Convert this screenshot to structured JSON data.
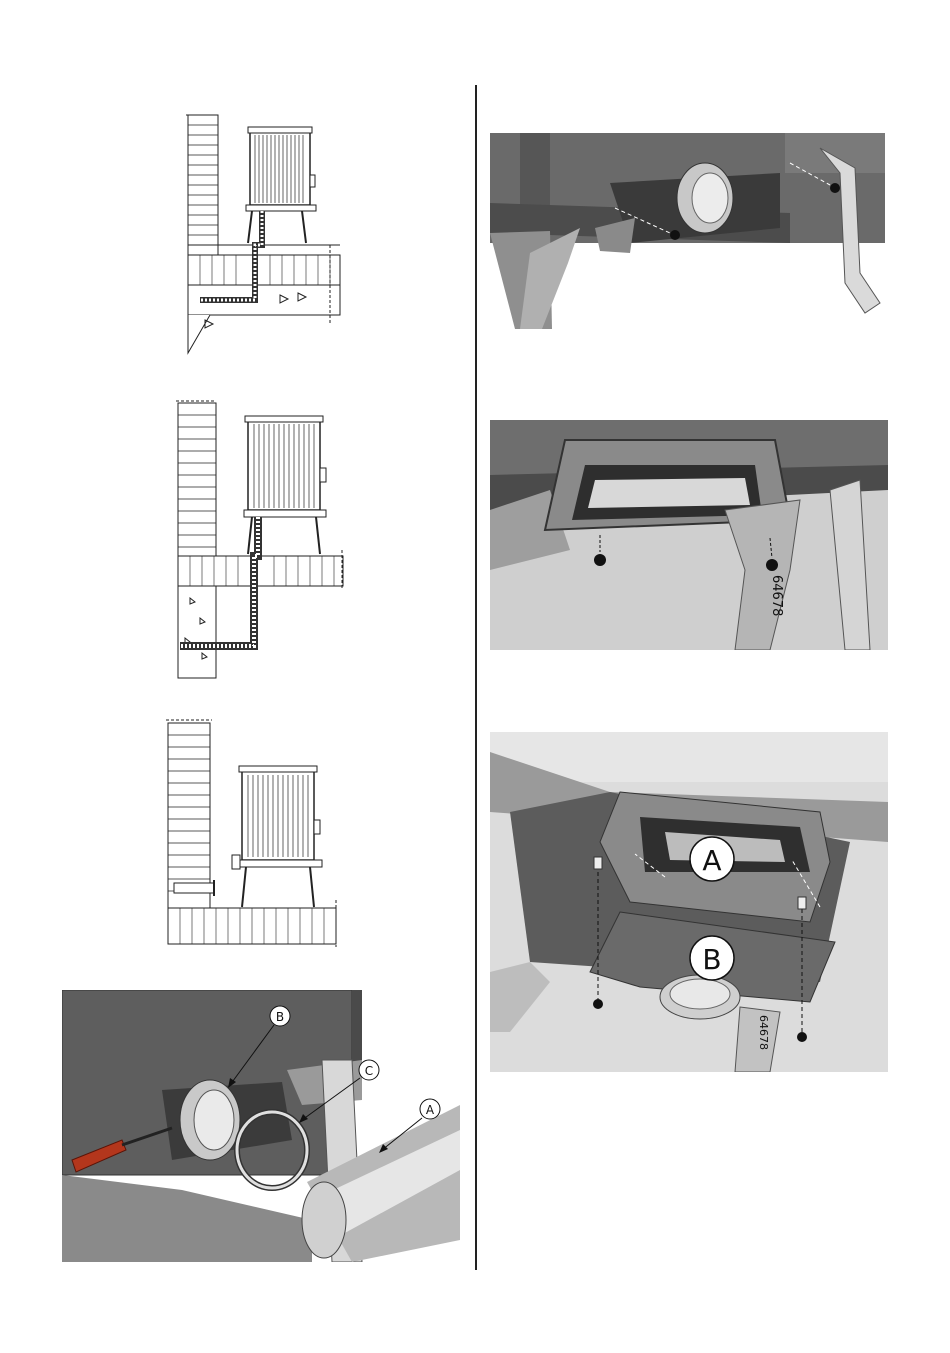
{
  "callouts": {
    "fig4_b": "B",
    "fig4_c": "C",
    "fig4_a": "A",
    "fig7_a": "A",
    "fig7_b": "B"
  },
  "part_number": {
    "fig6": "64678",
    "fig7": "64678"
  },
  "icons": {
    "fig1": "stove-rear-floor-air-duct-diagram",
    "fig2": "stove-floor-air-duct-basement-diagram",
    "fig3": "stove-rear-wall-air-duct-diagram",
    "fig4": "air-duct-connection-photo",
    "fig5": "rear-air-inlet-photo",
    "fig6": "bottom-air-inlet-frame-photo",
    "fig7": "bottom-air-box-assembly-photo"
  },
  "colors": {
    "render_bg": "#6b6b6b",
    "render_dark": "#3c3c3c",
    "render_light": "#d8d8d8",
    "screwdriver": "#b3361c"
  }
}
